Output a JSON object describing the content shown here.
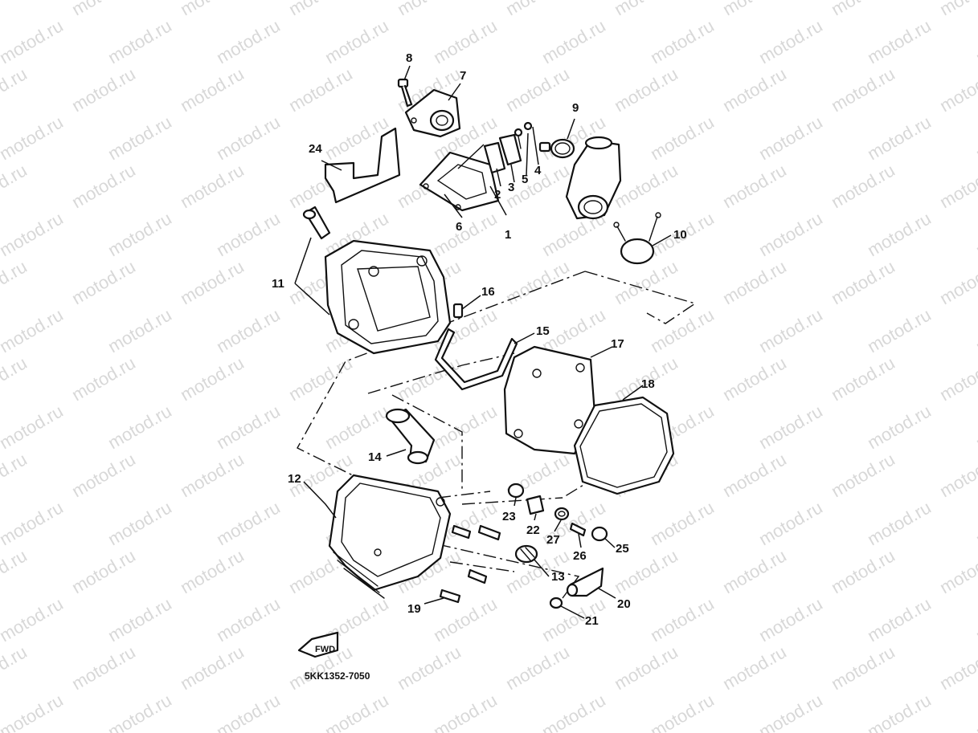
{
  "watermark": "motod.ru",
  "diagram_code": "5KK1352-7050",
  "fwd_label": "FWD",
  "callouts": [
    "1",
    "2",
    "3",
    "4",
    "5",
    "6",
    "7",
    "8",
    "9",
    "10",
    "11",
    "12",
    "13",
    "14",
    "15",
    "16",
    "17",
    "18",
    "19",
    "20",
    "21",
    "22",
    "23",
    "24",
    "25",
    "26",
    "27"
  ],
  "colors": {
    "line": "#111111",
    "watermark": "#b9b9b9",
    "background": "#ffffff"
  }
}
